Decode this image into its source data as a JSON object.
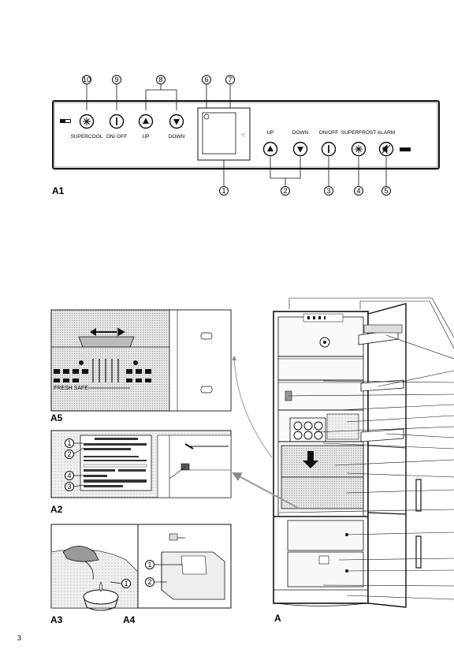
{
  "control_panel": {
    "figure_label": "A1",
    "top_callouts": [
      "10",
      "9",
      "8",
      "6",
      "7"
    ],
    "bottom_callouts": [
      "1",
      "2",
      "3",
      "4",
      "5"
    ],
    "left_buttons": [
      {
        "label": "SUPERCOOL",
        "icon": "snowflake-icon"
      },
      {
        "label": "ON/ OFF",
        "icon": "power-icon"
      },
      {
        "label": "UP",
        "icon": "up-arrow-icon"
      },
      {
        "label": "DOWN",
        "icon": "down-arrow-icon"
      }
    ],
    "right_buttons": [
      {
        "label": "UP",
        "icon": "up-arrow-icon"
      },
      {
        "label": "DOWN",
        "icon": "down-arrow-icon"
      },
      {
        "label": "ON/OFF",
        "icon": "power-icon"
      },
      {
        "label": "SUPERFROST",
        "icon": "snowflake-icon"
      },
      {
        "label": "ALARM",
        "icon": "mute-icon"
      }
    ],
    "display_degree": "°C"
  },
  "figures": {
    "a5": {
      "label": "A5",
      "freshsafe_text": "FRESH SAFE"
    },
    "a2": {
      "label": "A2",
      "callouts": [
        "1",
        "2",
        "4",
        "3"
      ]
    },
    "a3": {
      "label": "A3",
      "callouts": [
        "1"
      ]
    },
    "a4": {
      "label": "A4",
      "callouts": [
        "1",
        "2"
      ]
    },
    "fridge": {
      "label": "A"
    }
  },
  "page_number": "3"
}
